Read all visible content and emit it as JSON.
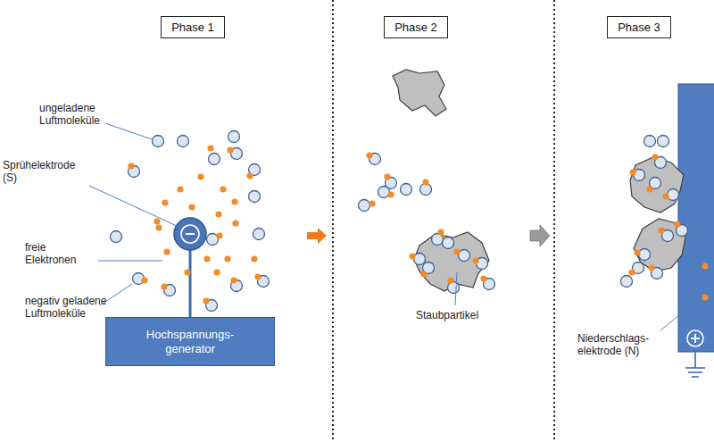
{
  "diagram": {
    "nodes": [
      {
        "text": [
          "Phase 1"
        ]
      },
      {
        "text": [
          "Phase 2"
        ]
      },
      {
        "text": [
          "Phase 3"
        ]
      },
      {
        "text": [
          "Hochspannungs- generator"
        ]
      }
    ],
    "labels": [
      "ungeladene Luftmoleküle",
      "Sprühelektrode (S)",
      "freie Elektronen",
      "negativ geladene Luftmoleküle",
      "Staubpartikel",
      "Niederschlags- elektrode (N)"
    ]
  }
}
